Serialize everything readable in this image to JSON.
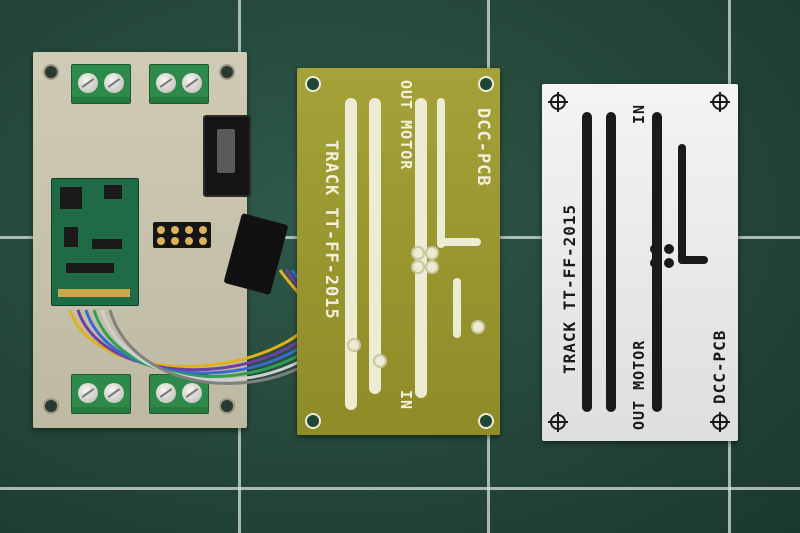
{
  "scene": {
    "background_color": "#234537",
    "grid_color": "#d7e1dc",
    "green_pcb_color": "#9c9a30",
    "white_pcb_color": "#ececec"
  },
  "green_pcb": {
    "title": "DCC-PCB",
    "label_motor": "OUT MOTOR",
    "label_track": "TRACK  TT-FF-2015",
    "label_in": "IN"
  },
  "white_pcb": {
    "title": "DCC-PCB",
    "label_motor": "OUT MOTOR",
    "label_track": "TRACK  TT-FF-2015",
    "label_in": "IN"
  }
}
